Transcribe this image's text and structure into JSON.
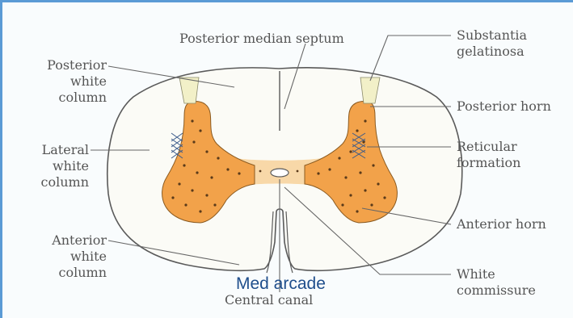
{
  "labels": {
    "posterior_median_septum": "Posterior median septum",
    "substantia_gelatinosa": "Substantia\ngelatinosa",
    "posterior_white_column": "Posterior\nwhite\ncolumn",
    "posterior_horn": "Posterior horn",
    "lateral_white_column": "Lateral\nwhite\ncolumn",
    "reticular_formation": "Reticular\nformation",
    "anterior_horn": "Anterior horn",
    "anterior_white_column": "Anterior\nwhite\ncolumn",
    "white_commissure": "White\ncommissure",
    "central_canal": "Central canal"
  },
  "overlay_text": "Med arcade",
  "colors": {
    "grey_matter": "#f2a24a",
    "grey_matter_light": "#f8d8a8",
    "substantia_gelatinosa": "#f2f0c8",
    "outline": "#5a5a5a",
    "overlay": "#1f4e8c",
    "frame_border": "#5b9bd5"
  }
}
